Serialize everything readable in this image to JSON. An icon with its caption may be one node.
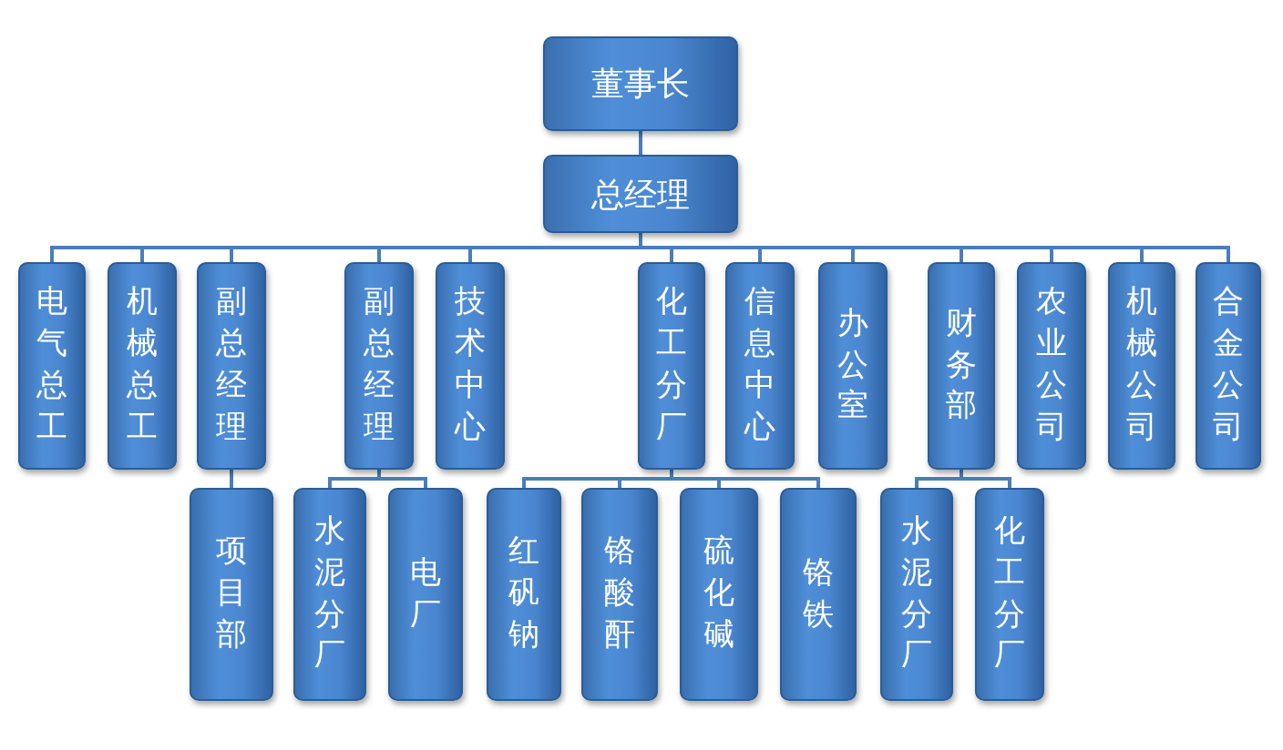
{
  "diagram": {
    "nodes": [
      {
        "text": [
          "董事长"
        ]
      },
      {
        "text": [
          "总经理"
        ]
      },
      {
        "text": [
          "电气总工"
        ]
      },
      {
        "text": [
          "机械总工"
        ]
      },
      {
        "text": [
          "副总经理"
        ]
      },
      {
        "text": [
          "副总经理"
        ]
      },
      {
        "text": [
          "技术中心"
        ]
      },
      {
        "text": [
          "化工分厂"
        ]
      },
      {
        "text": [
          "信息中心"
        ]
      },
      {
        "text": [
          "办公室"
        ]
      },
      {
        "text": [
          "财务部"
        ]
      },
      {
        "text": [
          "农业公司"
        ]
      },
      {
        "text": [
          "机械公司"
        ]
      },
      {
        "text": [
          "合金公司"
        ]
      },
      {
        "text": [
          "项目部"
        ]
      },
      {
        "text": [
          "水泥分厂"
        ]
      },
      {
        "text": [
          "电厂"
        ]
      },
      {
        "text": [
          "红矾钠"
        ]
      },
      {
        "text": [
          "铬酸酐"
        ]
      },
      {
        "text": [
          "硫化碱"
        ]
      },
      {
        "text": [
          "铬铁"
        ]
      },
      {
        "text": [
          "水泥分厂"
        ]
      },
      {
        "text": [
          "化工分厂"
        ]
      }
    ],
    "edges": [
      {
        "from": 0,
        "to": 1,
        "arrow": "none"
      },
      {
        "from": 1,
        "to": 2,
        "arrow": "none"
      },
      {
        "from": 1,
        "to": 3,
        "arrow": "none"
      },
      {
        "from": 1,
        "to": 4,
        "arrow": "none"
      },
      {
        "from": 1,
        "to": 5,
        "arrow": "none"
      },
      {
        "from": 1,
        "to": 6,
        "arrow": "none"
      },
      {
        "from": 1,
        "to": 7,
        "arrow": "none"
      },
      {
        "from": 1,
        "to": 8,
        "arrow": "none"
      },
      {
        "from": 1,
        "to": 9,
        "arrow": "none"
      },
      {
        "from": 1,
        "to": 10,
        "arrow": "none"
      },
      {
        "from": 1,
        "to": 11,
        "arrow": "none"
      },
      {
        "from": 1,
        "to": 12,
        "arrow": "none"
      },
      {
        "from": 1,
        "to": 13,
        "arrow": "none"
      },
      {
        "from": 4,
        "to": 14,
        "arrow": "none"
      },
      {
        "from": 5,
        "to": 15,
        "arrow": "none"
      },
      {
        "from": 5,
        "to": 16,
        "arrow": "none"
      },
      {
        "from": 7,
        "to": 17,
        "arrow": "none"
      },
      {
        "from": 7,
        "to": 18,
        "arrow": "none"
      },
      {
        "from": 7,
        "to": 19,
        "arrow": "none"
      },
      {
        "from": 7,
        "to": 20,
        "arrow": "none"
      },
      {
        "from": 10,
        "to": 21,
        "arrow": "none"
      },
      {
        "from": 10,
        "to": 22,
        "arrow": "none"
      }
    ]
  }
}
